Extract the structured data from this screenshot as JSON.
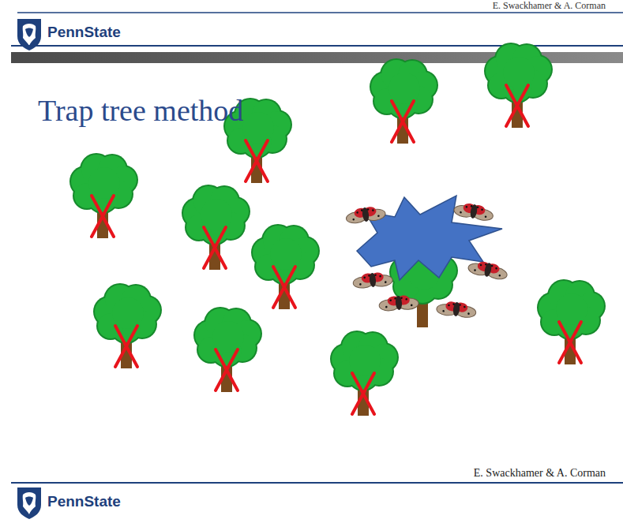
{
  "diagram": {
    "title": "Trap tree method",
    "labels": [
      "E. Swackhamer & A. Corman",
      "PennState",
      "E. Swackhamer & A. Corman",
      "PennState"
    ]
  }
}
